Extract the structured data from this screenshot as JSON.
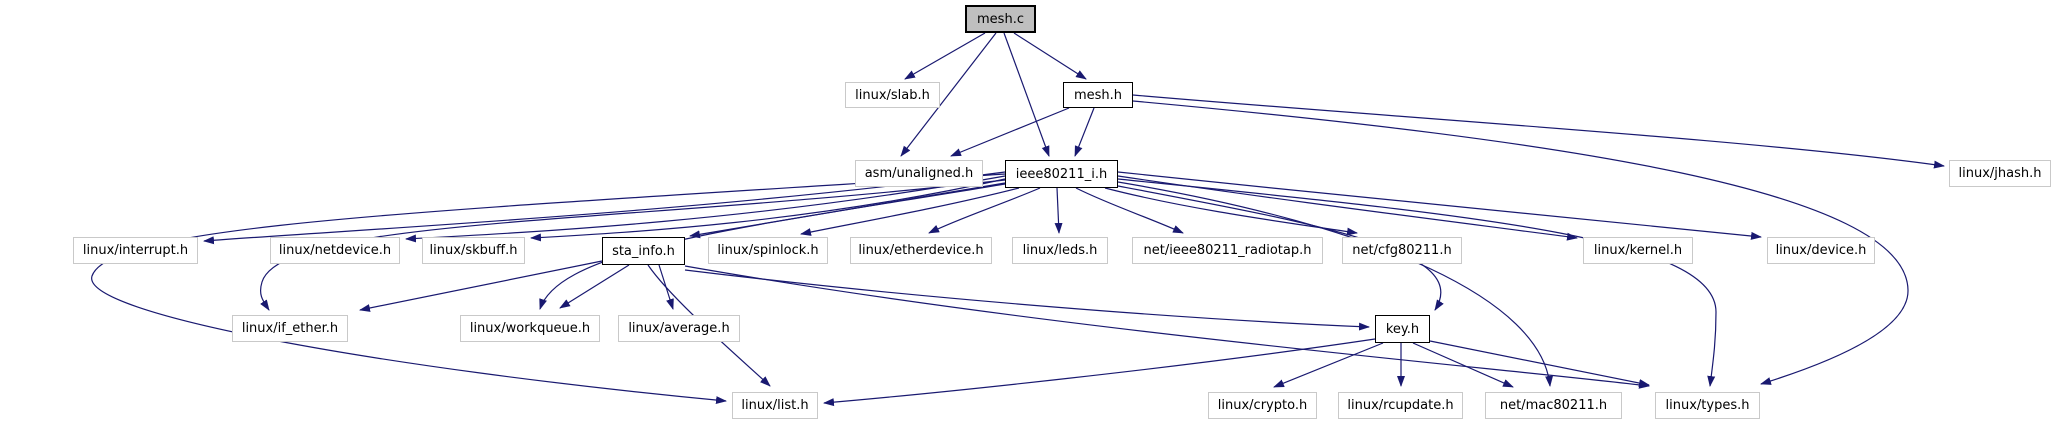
{
  "diagram": {
    "kind": "include-dependency-graph",
    "edge_color": "#191970",
    "source_node_fill": "#bfbfbf",
    "plain_border_color": "#c9c9c9",
    "documented_border_color": "#000000"
  },
  "nodes": {
    "mesh_c": {
      "label": "mesh.c",
      "type": "source"
    },
    "slab": {
      "label": "linux/slab.h",
      "type": "plain"
    },
    "mesh_h": {
      "label": "mesh.h",
      "type": "documented"
    },
    "unaligned": {
      "label": "asm/unaligned.h",
      "type": "plain"
    },
    "ieee": {
      "label": "ieee80211_i.h",
      "type": "documented"
    },
    "jhash": {
      "label": "linux/jhash.h",
      "type": "plain"
    },
    "interrupt": {
      "label": "linux/interrupt.h",
      "type": "plain"
    },
    "netdevice": {
      "label": "linux/netdevice.h",
      "type": "plain"
    },
    "skbuff": {
      "label": "linux/skbuff.h",
      "type": "plain"
    },
    "sta_info": {
      "label": "sta_info.h",
      "type": "documented"
    },
    "spinlock": {
      "label": "linux/spinlock.h",
      "type": "plain"
    },
    "etherdevice": {
      "label": "linux/etherdevice.h",
      "type": "plain"
    },
    "leds": {
      "label": "linux/leds.h",
      "type": "plain"
    },
    "radiotap": {
      "label": "net/ieee80211_radiotap.h",
      "type": "plain"
    },
    "cfg80211": {
      "label": "net/cfg80211.h",
      "type": "plain"
    },
    "kernel": {
      "label": "linux/kernel.h",
      "type": "plain"
    },
    "device": {
      "label": "linux/device.h",
      "type": "plain"
    },
    "if_ether": {
      "label": "linux/if_ether.h",
      "type": "plain"
    },
    "workqueue": {
      "label": "linux/workqueue.h",
      "type": "plain"
    },
    "average": {
      "label": "linux/average.h",
      "type": "plain"
    },
    "key": {
      "label": "key.h",
      "type": "documented"
    },
    "list": {
      "label": "linux/list.h",
      "type": "plain"
    },
    "crypto": {
      "label": "linux/crypto.h",
      "type": "plain"
    },
    "rcupdate": {
      "label": "linux/rcupdate.h",
      "type": "plain"
    },
    "mac80211": {
      "label": "net/mac80211.h",
      "type": "plain"
    },
    "types": {
      "label": "linux/types.h",
      "type": "plain"
    }
  },
  "edges": [
    {
      "from": "mesh.c",
      "to": "linux/slab.h"
    },
    {
      "from": "mesh.c",
      "to": "mesh.h"
    },
    {
      "from": "mesh.c",
      "to": "asm/unaligned.h"
    },
    {
      "from": "mesh.c",
      "to": "ieee80211_i.h"
    },
    {
      "from": "mesh.h",
      "to": "asm/unaligned.h"
    },
    {
      "from": "mesh.h",
      "to": "ieee80211_i.h"
    },
    {
      "from": "mesh.h",
      "to": "linux/jhash.h"
    },
    {
      "from": "mesh.h",
      "to": "linux/types.h"
    },
    {
      "from": "ieee80211_i.h",
      "to": "linux/interrupt.h"
    },
    {
      "from": "ieee80211_i.h",
      "to": "linux/netdevice.h"
    },
    {
      "from": "ieee80211_i.h",
      "to": "linux/skbuff.h"
    },
    {
      "from": "ieee80211_i.h",
      "to": "sta_info.h"
    },
    {
      "from": "ieee80211_i.h",
      "to": "linux/spinlock.h"
    },
    {
      "from": "ieee80211_i.h",
      "to": "linux/etherdevice.h"
    },
    {
      "from": "ieee80211_i.h",
      "to": "linux/leds.h"
    },
    {
      "from": "ieee80211_i.h",
      "to": "net/ieee80211_radiotap.h"
    },
    {
      "from": "ieee80211_i.h",
      "to": "net/cfg80211.h"
    },
    {
      "from": "ieee80211_i.h",
      "to": "linux/kernel.h"
    },
    {
      "from": "ieee80211_i.h",
      "to": "linux/device.h"
    },
    {
      "from": "ieee80211_i.h",
      "to": "linux/if_ether.h"
    },
    {
      "from": "ieee80211_i.h",
      "to": "linux/workqueue.h"
    },
    {
      "from": "ieee80211_i.h",
      "to": "linux/list.h"
    },
    {
      "from": "ieee80211_i.h",
      "to": "linux/types.h"
    },
    {
      "from": "ieee80211_i.h",
      "to": "net/mac80211.h"
    },
    {
      "from": "ieee80211_i.h",
      "to": "key.h"
    },
    {
      "from": "sta_info.h",
      "to": "linux/if_ether.h"
    },
    {
      "from": "sta_info.h",
      "to": "linux/workqueue.h"
    },
    {
      "from": "sta_info.h",
      "to": "linux/average.h"
    },
    {
      "from": "sta_info.h",
      "to": "key.h"
    },
    {
      "from": "sta_info.h",
      "to": "linux/list.h"
    },
    {
      "from": "sta_info.h",
      "to": "linux/types.h"
    },
    {
      "from": "key.h",
      "to": "linux/crypto.h"
    },
    {
      "from": "key.h",
      "to": "linux/rcupdate.h"
    },
    {
      "from": "key.h",
      "to": "net/mac80211.h"
    },
    {
      "from": "key.h",
      "to": "linux/types.h"
    },
    {
      "from": "key.h",
      "to": "linux/list.h"
    }
  ]
}
